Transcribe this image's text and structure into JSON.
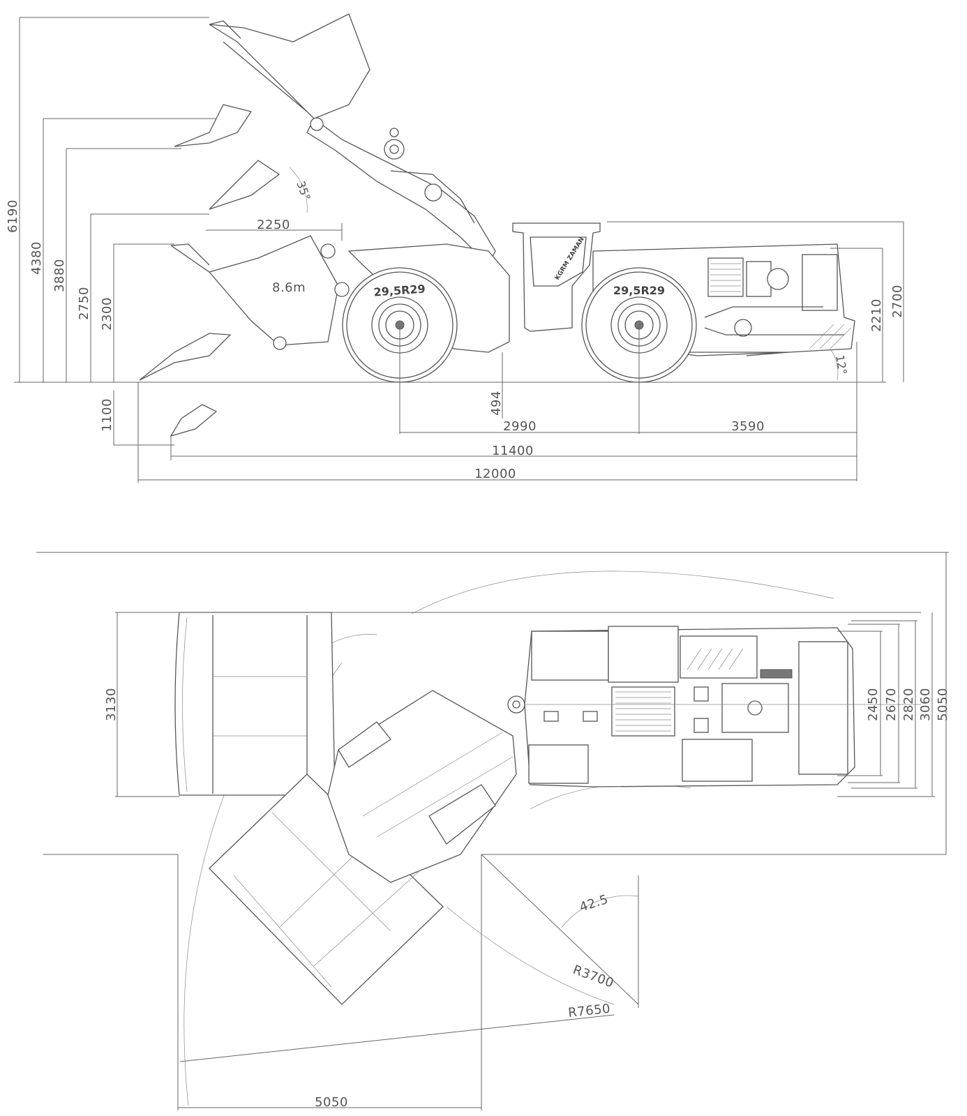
{
  "side_view": {
    "height_dims": [
      "6190",
      "4380",
      "3880",
      "2750",
      "2300"
    ],
    "below_ground_dim": "1100",
    "reach_dim": "2250",
    "dump_angle": "35°",
    "bucket_volume": "8.6m",
    "tire_label": "29,5R29",
    "ground_clearance": "494",
    "wheelbase": "2990",
    "rear_overhang": "3590",
    "length_bucket_down": "11400",
    "overall_length": "12000",
    "right_dims": [
      "2210",
      "2700"
    ],
    "departure_angle": "12°",
    "brand": "KGRM ZAMAN"
  },
  "top_view": {
    "bucket_width": "3130",
    "width_dims": [
      "2450",
      "2670",
      "2820",
      "3060",
      "5050"
    ],
    "steer_angle": "42.5",
    "inner_radius": "R3700",
    "outer_radius": "R7650",
    "bottom_width": "5050"
  }
}
